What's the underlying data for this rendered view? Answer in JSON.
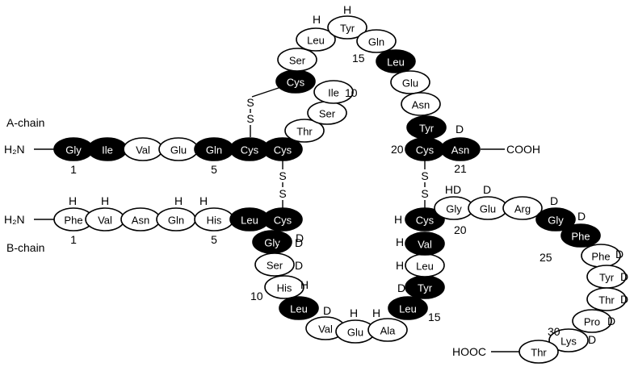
{
  "colors": {
    "filled": "#000000",
    "open": "#ffffff",
    "filled_text": "#ffffff",
    "open_text": "#000000"
  },
  "chain_labels": {
    "a": "A-chain",
    "b": "B-chain"
  },
  "termini": {
    "a_n": "H₂N",
    "a_c": "COOH",
    "b_n": "H₂N",
    "b_c": "HOOC"
  },
  "disulfide": "S",
  "a_chain": [
    {
      "name": "Gly",
      "filled": true
    },
    {
      "name": "Ile",
      "filled": true
    },
    {
      "name": "Val",
      "filled": false
    },
    {
      "name": "Glu",
      "filled": false
    },
    {
      "name": "Gln",
      "filled": true
    },
    {
      "name": "Cys",
      "filled": true
    },
    {
      "name": "Cys",
      "filled": true
    },
    {
      "name": "Thr",
      "filled": false
    },
    {
      "name": "Ser",
      "filled": false
    },
    {
      "name": "Ile",
      "filled": false
    },
    {
      "name": "Cys",
      "filled": true
    },
    {
      "name": "Ser",
      "filled": false
    },
    {
      "name": "Leu",
      "filled": false
    },
    {
      "name": "Tyr",
      "filled": false
    },
    {
      "name": "Gln",
      "filled": false
    },
    {
      "name": "Leu",
      "filled": true
    },
    {
      "name": "Glu",
      "filled": false
    },
    {
      "name": "Asn",
      "filled": false
    },
    {
      "name": "Tyr",
      "filled": true
    },
    {
      "name": "Cys",
      "filled": true
    },
    {
      "name": "Asn",
      "filled": true
    }
  ],
  "b_chain": [
    {
      "name": "Phe",
      "filled": false
    },
    {
      "name": "Val",
      "filled": false
    },
    {
      "name": "Asn",
      "filled": false
    },
    {
      "name": "Gln",
      "filled": false
    },
    {
      "name": "His",
      "filled": false
    },
    {
      "name": "Leu",
      "filled": true
    },
    {
      "name": "Cys",
      "filled": true
    },
    {
      "name": "Gly",
      "filled": true
    },
    {
      "name": "Ser",
      "filled": false
    },
    {
      "name": "His",
      "filled": false
    },
    {
      "name": "Leu",
      "filled": true
    },
    {
      "name": "Val",
      "filled": false
    },
    {
      "name": "Glu",
      "filled": false
    },
    {
      "name": "Ala",
      "filled": false
    },
    {
      "name": "Leu",
      "filled": true
    },
    {
      "name": "Tyr",
      "filled": true
    },
    {
      "name": "Leu",
      "filled": false
    },
    {
      "name": "Val",
      "filled": true
    },
    {
      "name": "Cys",
      "filled": true
    },
    {
      "name": "Gly",
      "filled": false
    },
    {
      "name": "Glu",
      "filled": false
    },
    {
      "name": "Arg",
      "filled": false
    },
    {
      "name": "Gly",
      "filled": true
    },
    {
      "name": "Phe",
      "filled": true
    },
    {
      "name": "Phe",
      "filled": false
    },
    {
      "name": "Tyr",
      "filled": false
    },
    {
      "name": "Thr",
      "filled": false
    },
    {
      "name": "Pro",
      "filled": false
    },
    {
      "name": "Lys",
      "filled": false
    },
    {
      "name": "Thr",
      "filled": false
    }
  ],
  "a_numbers": [
    "1",
    "5",
    "10",
    "15",
    "20",
    "21"
  ],
  "b_numbers": [
    "1",
    "5",
    "10",
    "15",
    "20",
    "25",
    "30"
  ],
  "exchange_marks": [
    "H",
    "H",
    "H",
    "D",
    "H",
    "H",
    "H",
    "D",
    "D",
    "D",
    "H",
    "D",
    "H",
    "H",
    "D",
    "H",
    "H",
    "H",
    "HD",
    "D",
    "D",
    "D",
    "D",
    "D",
    "D",
    "D",
    "D",
    "D"
  ]
}
